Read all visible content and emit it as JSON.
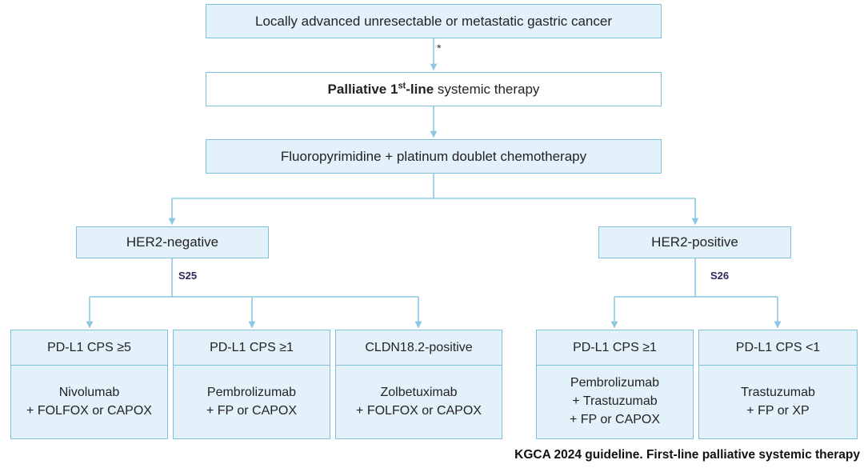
{
  "diagram": {
    "title_caption": "KGCA 2024 guideline. First-line palliative systemic therapy",
    "accent_border": "#7fc1dd",
    "accent_fill": "#e3f1fb",
    "connector_color": "#8cc8e4",
    "supplement_color": "#2d2a5c",
    "footnote_marker": "*"
  },
  "nodes": {
    "diagnosis": {
      "label": "Locally advanced unresectable or metastatic gastric cancer"
    },
    "palliative": {
      "label_bold_lead": "Palliative 1",
      "label_sup": "st",
      "label_bold_tail": "-line",
      "label_rest": " systemic therapy"
    },
    "chemo": {
      "label": "Fluoropyrimidine + platinum doublet chemotherapy"
    },
    "her2_negative": {
      "label": "HER2-negative",
      "supplement": "S25"
    },
    "her2_positive": {
      "label": "HER2-positive",
      "supplement": "S26"
    }
  },
  "treatments": [
    {
      "branch": "HER2-negative",
      "biomarker": "PD-L1 CPS ≥5",
      "regimen_line1": "Nivolumab",
      "regimen_line2": "+ FOLFOX or CAPOX",
      "regimen_line3": ""
    },
    {
      "branch": "HER2-negative",
      "biomarker": "PD-L1 CPS ≥1",
      "regimen_line1": "Pembrolizumab",
      "regimen_line2": "+ FP or CAPOX",
      "regimen_line3": ""
    },
    {
      "branch": "HER2-negative",
      "biomarker": "CLDN18.2-positive",
      "regimen_line1": "Zolbetuximab",
      "regimen_line2": "+ FOLFOX or CAPOX",
      "regimen_line3": ""
    },
    {
      "branch": "HER2-positive",
      "biomarker": "PD-L1 CPS ≥1",
      "regimen_line1": "Pembrolizumab",
      "regimen_line2": "+ Trastuzumab",
      "regimen_line3": "+ FP or CAPOX"
    },
    {
      "branch": "HER2-positive",
      "biomarker": "PD-L1 CPS <1",
      "regimen_line1": "Trastuzumab",
      "regimen_line2": "+ FP or XP",
      "regimen_line3": ""
    }
  ]
}
